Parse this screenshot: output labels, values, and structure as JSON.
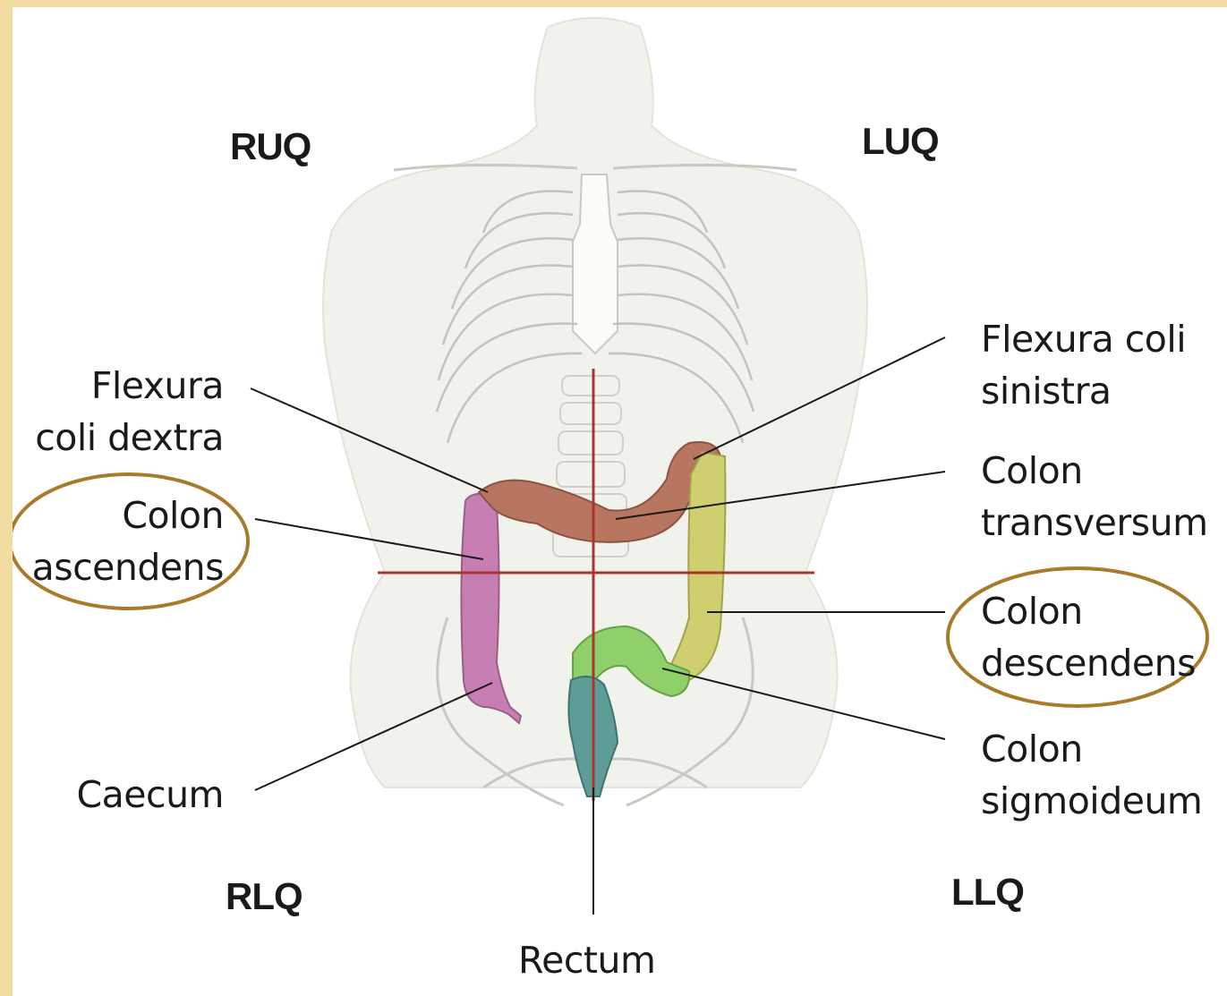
{
  "quadrants": {
    "ruq": "RUQ",
    "luq": "LUQ",
    "rlq": "RLQ",
    "llq": "LLQ"
  },
  "labels": {
    "flexura_coli_dextra": [
      "Flexura",
      "coli dextra"
    ],
    "colon_ascendens": [
      "Colon",
      "ascendens"
    ],
    "caecum": [
      "Caecum"
    ],
    "rectum": [
      "Rectum"
    ],
    "flexura_coli_sinistra": [
      "Flexura coli",
      "sinistra"
    ],
    "colon_transversum": [
      "Colon",
      "transversum"
    ],
    "colon_descendens": [
      "Colon",
      "descendens"
    ],
    "colon_sigmoideum": [
      "Colon",
      "sigmoideum"
    ]
  },
  "highlighted": [
    "Colon ascendens",
    "Colon descendens"
  ],
  "colors": {
    "border": "#f3dca2",
    "highlight_ring": "#a97a2a",
    "quadrant_lines": "#a8362f",
    "colon_ascendens": "#c77fb3",
    "colon_transversum": "#b87560",
    "colon_descendens": "#cfcf6f",
    "colon_sigmoideum": "#8fd06a",
    "rectum": "#5e9c97"
  }
}
